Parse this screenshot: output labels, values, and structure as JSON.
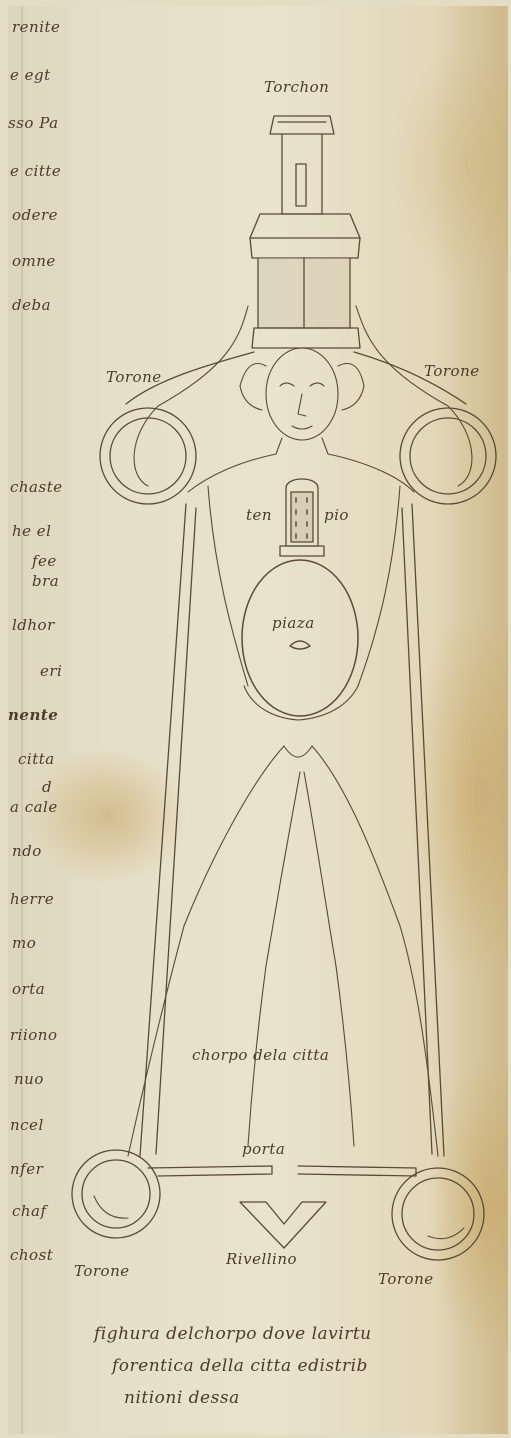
{
  "margin_text": [
    "renite",
    "e egt",
    "sso Pa",
    "e citte",
    "odere",
    "omne",
    "deba",
    "chaste",
    "he el",
    "fee",
    "bra",
    "ldhor",
    "eri",
    "nente",
    "citta",
    "d",
    "a cale",
    "ndo",
    "herre",
    "mo",
    "orta",
    "riiono",
    "nuo",
    "ncel",
    "nfer",
    "chaf",
    "chost"
  ],
  "labels": {
    "top_tower": "Torchon",
    "tower_left_top": "Torone",
    "tower_right_top": "Torone",
    "temple_left": "ten",
    "temple_right": "pio",
    "square": "piaza",
    "body_city": "chorpo dela citta",
    "gate": "porta",
    "ravelin": "Rivellino",
    "tower_left_bottom": "Torone",
    "tower_right_bottom": "Torone"
  },
  "caption": [
    "fighura delchorpo dove lavirtu",
    "forentica della citta edistrib",
    "nitioni dessa"
  ],
  "colors": {
    "parchment": "#e6dfc8",
    "ink": "#4a3b2a",
    "stain": "#c4a05a"
  }
}
